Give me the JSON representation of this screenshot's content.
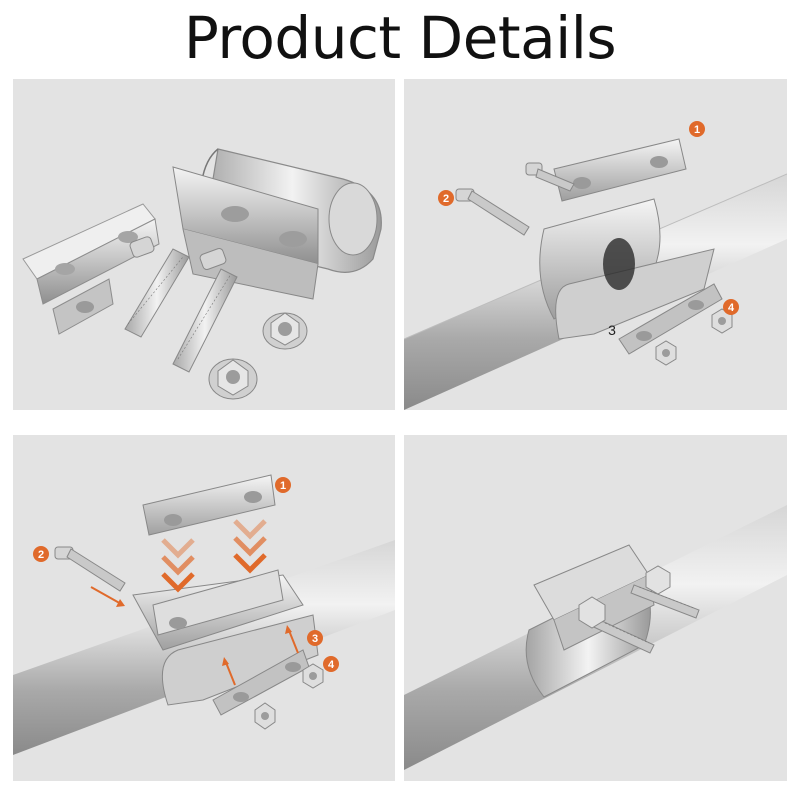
{
  "page": {
    "title": "Product Details"
  },
  "steps": {
    "one": "1",
    "two": "2",
    "three": "3",
    "four": "4"
  },
  "colors": {
    "accent": "#e06a2b",
    "panel_bg": "#e3e3e3",
    "metal": "#c9c9c9",
    "pipe": "#b5b5b5",
    "title_text": "#111111"
  },
  "panels": [
    {
      "name": "parts-overview",
      "icons": [
        "saddle-clamp",
        "bracket-bar",
        "bolt",
        "flange-nut"
      ]
    },
    {
      "name": "assembly-step-exploded",
      "icons": [
        "bracket-bar",
        "bolt",
        "saddle-clamp",
        "pipe",
        "flange-nut"
      ]
    },
    {
      "name": "assembly-step-arrows",
      "icons": [
        "bracket-bar",
        "bolt",
        "saddle-clamp",
        "pipe",
        "flange-nut",
        "arrow"
      ]
    },
    {
      "name": "assembly-finished",
      "icons": [
        "saddle-clamp",
        "bolt",
        "flange-nut",
        "pipe"
      ]
    }
  ]
}
